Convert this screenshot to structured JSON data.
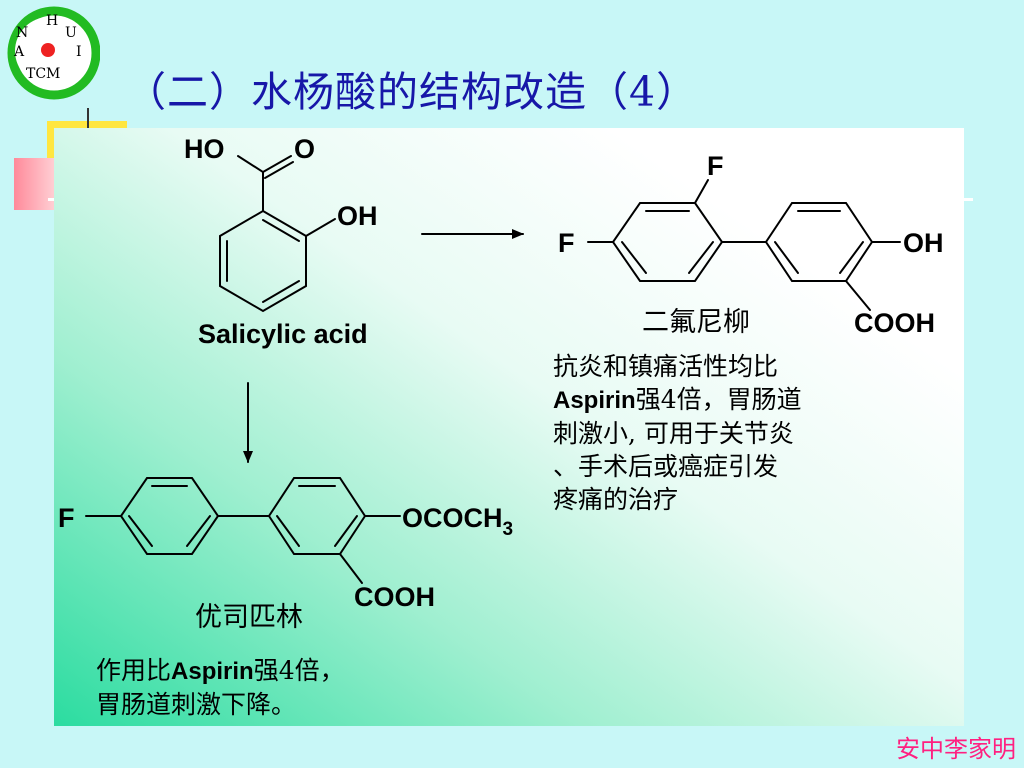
{
  "logo": {
    "letters": {
      "top": "H",
      "upper_left": "N",
      "upper_right": "U",
      "left": "A",
      "right": "I",
      "bottom": "TCM"
    },
    "ring_color": "#22bb22",
    "dot_color": "#ee2222"
  },
  "title": "（二）水杨酸的结构改造（4）",
  "salicylic_acid": {
    "name": "Salicylic acid",
    "groups": {
      "hydroxyl_carboxyl": "HO",
      "carbonyl_o": "O",
      "phenol": "OH"
    }
  },
  "diflunisal": {
    "name": "二氟尼柳",
    "groups": {
      "f_top": "F",
      "f_left": "F",
      "hydroxyl": "OH",
      "carboxyl": "COOH"
    },
    "note": {
      "line1": "抗炎和镇痛活性均比",
      "line2_latin": "Aspirin",
      "line2_rest": "强4倍，胃肠道",
      "line3": "刺激小, 可用于关节炎",
      "line4": "、手术后或癌症引发",
      "line5": "疼痛的治疗"
    }
  },
  "yousi": {
    "name": "优司匹林",
    "groups": {
      "fluoro": "F",
      "ester": "OCOCH",
      "ester_sub": "3",
      "carboxyl": "COOH"
    },
    "note": {
      "line1_pre": "作用比",
      "line1_latin": "Aspirin",
      "line1_rest": "强4倍，",
      "line2": "胃肠道刺激下降。"
    }
  },
  "author": "安中李家明",
  "colors": {
    "title": "#1717a8",
    "author": "#ff2080",
    "background": "#c8f7f7"
  }
}
